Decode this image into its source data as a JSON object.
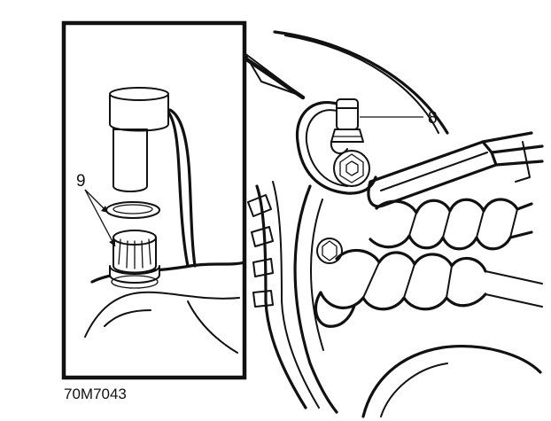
{
  "diagram": {
    "callouts": {
      "sensor_label": "8",
      "clip_label": "9"
    },
    "figure_code": "70M7043"
  }
}
